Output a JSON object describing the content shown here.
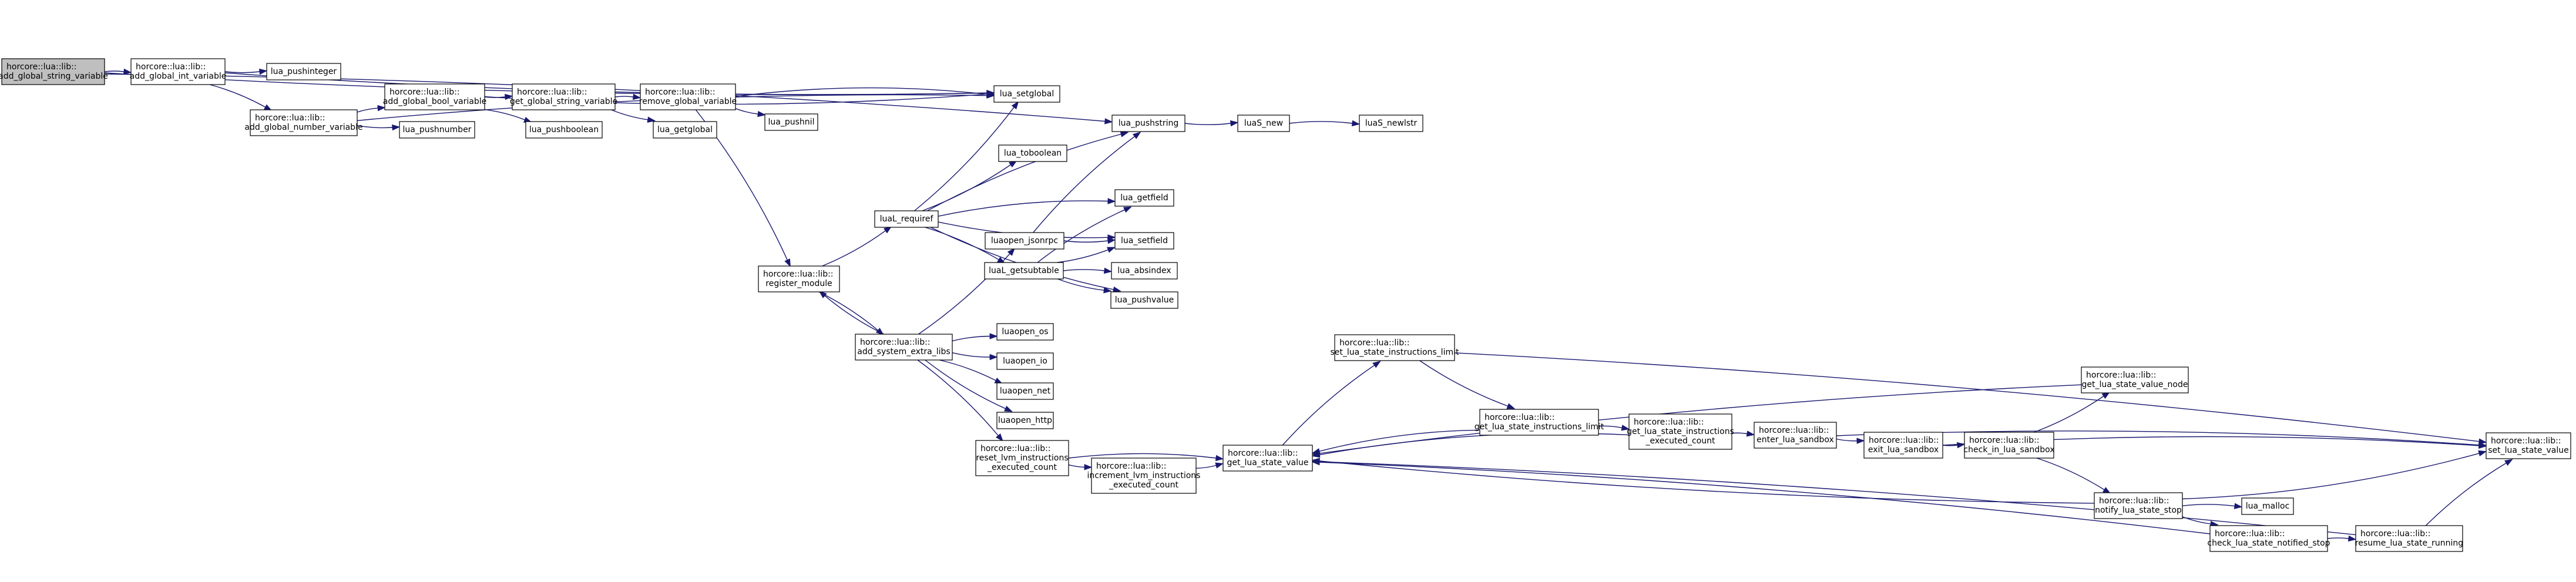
{
  "colors": {
    "edge": "#191970",
    "node_border": "#000000",
    "node_fill": "#ffffff",
    "root_fill": "#bfbfbf",
    "background": "#ffffff"
  },
  "nodes": [
    {
      "id": "add_global_string_variable",
      "lines": [
        "horcore::lua::lib::",
        "add_global_string_variable"
      ],
      "root": true
    },
    {
      "id": "add_global_int_variable",
      "lines": [
        "horcore::lua::lib::",
        "add_global_int_variable"
      ]
    },
    {
      "id": "lua_pushinteger",
      "lines": [
        "lua_pushinteger"
      ]
    },
    {
      "id": "add_global_number_variable",
      "lines": [
        "horcore::lua::lib::",
        "add_global_number_variable"
      ]
    },
    {
      "id": "add_global_bool_variable",
      "lines": [
        "horcore::lua::lib::",
        "add_global_bool_variable"
      ]
    },
    {
      "id": "lua_pushnumber",
      "lines": [
        "lua_pushnumber"
      ]
    },
    {
      "id": "get_global_string_variable",
      "lines": [
        "horcore::lua::lib::",
        "get_global_string_variable"
      ]
    },
    {
      "id": "lua_pushboolean",
      "lines": [
        "lua_pushboolean"
      ]
    },
    {
      "id": "remove_global_variable",
      "lines": [
        "horcore::lua::lib::",
        "remove_global_variable"
      ]
    },
    {
      "id": "lua_getglobal",
      "lines": [
        "lua_getglobal"
      ]
    },
    {
      "id": "lua_pushnil",
      "lines": [
        "lua_pushnil"
      ]
    },
    {
      "id": "lua_setglobal",
      "lines": [
        "lua_setglobal"
      ]
    },
    {
      "id": "lua_pushstring",
      "lines": [
        "lua_pushstring"
      ]
    },
    {
      "id": "luaS_new",
      "lines": [
        "luaS_new"
      ]
    },
    {
      "id": "luaS_newlstr",
      "lines": [
        "luaS_newlstr"
      ]
    },
    {
      "id": "register_module",
      "lines": [
        "horcore::lua::lib::",
        "register_module"
      ]
    },
    {
      "id": "luaL_requiref",
      "lines": [
        "luaL_requiref"
      ]
    },
    {
      "id": "lua_toboolean",
      "lines": [
        "lua_toboolean"
      ]
    },
    {
      "id": "lua_getfield",
      "lines": [
        "lua_getfield"
      ]
    },
    {
      "id": "luaopen_jsonrpc",
      "lines": [
        "luaopen_jsonrpc"
      ]
    },
    {
      "id": "lua_setfield",
      "lines": [
        "lua_setfield"
      ]
    },
    {
      "id": "luaL_getsubtable",
      "lines": [
        "luaL_getsubtable"
      ]
    },
    {
      "id": "lua_absindex",
      "lines": [
        "lua_absindex"
      ]
    },
    {
      "id": "lua_pushvalue",
      "lines": [
        "lua_pushvalue"
      ]
    },
    {
      "id": "add_system_extra_libs",
      "lines": [
        "horcore::lua::lib::",
        "add_system_extra_libs"
      ]
    },
    {
      "id": "luaopen_os",
      "lines": [
        "luaopen_os"
      ]
    },
    {
      "id": "luaopen_io",
      "lines": [
        "luaopen_io"
      ]
    },
    {
      "id": "luaopen_net",
      "lines": [
        "luaopen_net"
      ]
    },
    {
      "id": "luaopen_http",
      "lines": [
        "luaopen_http"
      ]
    },
    {
      "id": "reset_lvm_instructions_executed_count",
      "lines": [
        "horcore::lua::lib::",
        "reset_lvm_instructions",
        "_executed_count"
      ]
    },
    {
      "id": "increment_lvm_instructions_executed_count",
      "lines": [
        "horcore::lua::lib::",
        "increment_lvm_instructions",
        "_executed_count"
      ]
    },
    {
      "id": "get_lua_state_value",
      "lines": [
        "horcore::lua::lib::",
        "get_lua_state_value"
      ]
    },
    {
      "id": "set_lua_state_instructions_limit",
      "lines": [
        "horcore::lua::lib::",
        "set_lua_state_instructions_limit"
      ]
    },
    {
      "id": "get_lua_state_instructions_limit",
      "lines": [
        "horcore::lua::lib::",
        "get_lua_state_instructions_limit"
      ]
    },
    {
      "id": "get_lua_state_instructions_executed_count",
      "lines": [
        "horcore::lua::lib::",
        "get_lua_state_instructions",
        "_executed_count"
      ]
    },
    {
      "id": "enter_lua_sandbox",
      "lines": [
        "horcore::lua::lib::",
        "enter_lua_sandbox"
      ]
    },
    {
      "id": "exit_lua_sandbox",
      "lines": [
        "horcore::lua::lib::",
        "exit_lua_sandbox"
      ]
    },
    {
      "id": "check_in_lua_sandbox",
      "lines": [
        "horcore::lua::lib::",
        "check_in_lua_sandbox"
      ]
    },
    {
      "id": "get_lua_state_value_node",
      "lines": [
        "horcore::lua::lib::",
        "get_lua_state_value_node"
      ]
    },
    {
      "id": "set_lua_state_value",
      "lines": [
        "horcore::lua::lib::",
        "set_lua_state_value"
      ]
    },
    {
      "id": "notify_lua_state_stop",
      "lines": [
        "horcore::lua::lib::",
        "notify_lua_state_stop"
      ]
    },
    {
      "id": "lua_malloc",
      "lines": [
        "lua_malloc"
      ]
    },
    {
      "id": "check_lua_state_notified_stop",
      "lines": [
        "horcore::lua::lib::",
        "check_lua_state_notified_stop"
      ]
    },
    {
      "id": "resume_lua_state_running",
      "lines": [
        "horcore::lua::lib::",
        "resume_lua_state_running"
      ]
    }
  ],
  "edges": [
    [
      "add_global_string_variable",
      "add_global_int_variable"
    ],
    [
      "add_global_string_variable",
      "lua_setglobal"
    ],
    [
      "add_global_string_variable",
      "lua_pushstring"
    ],
    [
      "add_global_int_variable",
      "lua_pushinteger"
    ],
    [
      "add_global_int_variable",
      "add_global_number_variable"
    ],
    [
      "add_global_int_variable",
      "lua_setglobal"
    ],
    [
      "add_global_number_variable",
      "add_global_bool_variable"
    ],
    [
      "add_global_number_variable",
      "lua_pushnumber"
    ],
    [
      "add_global_number_variable",
      "lua_setglobal"
    ],
    [
      "add_global_bool_variable",
      "get_global_string_variable"
    ],
    [
      "add_global_bool_variable",
      "lua_pushboolean"
    ],
    [
      "add_global_bool_variable",
      "lua_setglobal"
    ],
    [
      "get_global_string_variable",
      "remove_global_variable"
    ],
    [
      "get_global_string_variable",
      "lua_getglobal"
    ],
    [
      "remove_global_variable",
      "lua_setglobal"
    ],
    [
      "remove_global_variable",
      "lua_pushnil"
    ],
    [
      "remove_global_variable",
      "register_module"
    ],
    [
      "lua_pushstring",
      "luaS_new"
    ],
    [
      "luaS_new",
      "luaS_newlstr"
    ],
    [
      "register_module",
      "luaL_requiref"
    ],
    [
      "register_module",
      "add_system_extra_libs"
    ],
    [
      "luaL_requiref",
      "lua_setglobal"
    ],
    [
      "luaL_requiref",
      "lua_pushstring"
    ],
    [
      "luaL_requiref",
      "lua_toboolean"
    ],
    [
      "luaL_requiref",
      "lua_getfield"
    ],
    [
      "luaL_requiref",
      "lua_setfield"
    ],
    [
      "luaL_requiref",
      "luaL_getsubtable"
    ],
    [
      "luaL_requiref",
      "lua_pushvalue"
    ],
    [
      "luaopen_jsonrpc",
      "lua_pushstring"
    ],
    [
      "luaopen_jsonrpc",
      "lua_setfield"
    ],
    [
      "luaL_getsubtable",
      "lua_getfield"
    ],
    [
      "luaL_getsubtable",
      "lua_setfield"
    ],
    [
      "luaL_getsubtable",
      "lua_absindex"
    ],
    [
      "luaL_getsubtable",
      "lua_pushvalue"
    ],
    [
      "add_system_extra_libs",
      "register_module"
    ],
    [
      "add_system_extra_libs",
      "luaopen_jsonrpc"
    ],
    [
      "add_system_extra_libs",
      "luaopen_os"
    ],
    [
      "add_system_extra_libs",
      "luaopen_io"
    ],
    [
      "add_system_extra_libs",
      "luaopen_net"
    ],
    [
      "add_system_extra_libs",
      "luaopen_http"
    ],
    [
      "add_system_extra_libs",
      "reset_lvm_instructions_executed_count"
    ],
    [
      "reset_lvm_instructions_executed_count",
      "increment_lvm_instructions_executed_count"
    ],
    [
      "reset_lvm_instructions_executed_count",
      "get_lua_state_value"
    ],
    [
      "increment_lvm_instructions_executed_count",
      "get_lua_state_value"
    ],
    [
      "get_lua_state_value",
      "set_lua_state_instructions_limit"
    ],
    [
      "set_lua_state_instructions_limit",
      "get_lua_state_instructions_limit"
    ],
    [
      "set_lua_state_instructions_limit",
      "set_lua_state_value"
    ],
    [
      "get_lua_state_instructions_limit",
      "get_lua_state_value"
    ],
    [
      "get_lua_state_instructions_limit",
      "get_lua_state_instructions_executed_count"
    ],
    [
      "get_lua_state_instructions_executed_count",
      "get_lua_state_value"
    ],
    [
      "get_lua_state_instructions_executed_count",
      "enter_lua_sandbox"
    ],
    [
      "enter_lua_sandbox",
      "exit_lua_sandbox"
    ],
    [
      "enter_lua_sandbox",
      "set_lua_state_value"
    ],
    [
      "exit_lua_sandbox",
      "check_in_lua_sandbox"
    ],
    [
      "exit_lua_sandbox",
      "set_lua_state_value"
    ],
    [
      "check_in_lua_sandbox",
      "get_lua_state_value_node"
    ],
    [
      "check_in_lua_sandbox",
      "notify_lua_state_stop"
    ],
    [
      "get_lua_state_value_node",
      "get_lua_state_value"
    ],
    [
      "notify_lua_state_stop",
      "lua_malloc"
    ],
    [
      "notify_lua_state_stop",
      "set_lua_state_value"
    ],
    [
      "notify_lua_state_stop",
      "get_lua_state_value"
    ],
    [
      "notify_lua_state_stop",
      "check_lua_state_notified_stop"
    ],
    [
      "check_lua_state_notified_stop",
      "resume_lua_state_running"
    ],
    [
      "check_lua_state_notified_stop",
      "get_lua_state_value"
    ],
    [
      "resume_lua_state_running",
      "set_lua_state_value"
    ],
    [
      "resume_lua_state_running",
      "get_lua_state_value"
    ]
  ]
}
